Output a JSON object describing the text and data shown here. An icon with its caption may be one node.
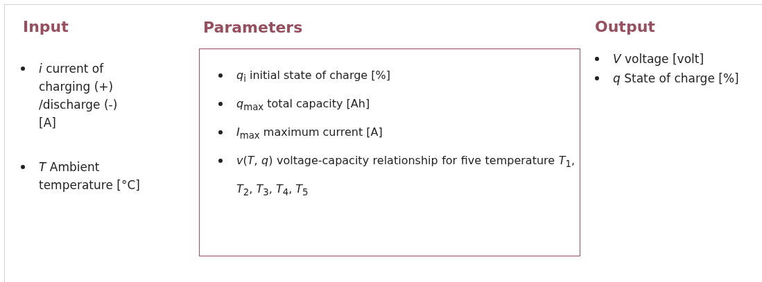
{
  "diagram": {
    "nodes": [
      {
        "text": [
          "Parameters",
          "*q*$_{i}$ initial state of charge [%]",
          "*q*$_{max}$ total capacity  [Ah]",
          "*I*$_{max}$ maximum current [A]",
          "*v*(*T*, *q*)  voltage-capacity relationship for five temperature *T*$_{1}$, *T*$_{2}$, *T*$_{3}$, *T*$_{4}$, *T*$_{5}$"
        ]
      }
    ],
    "labels": [
      "Input",
      "*i* current of charging (+) /discharge (-) [A]",
      "*T* Ambient temperature [°C]",
      "Output",
      "*V* voltage [volt]",
      "*q* State of charge [%]"
    ]
  }
}
